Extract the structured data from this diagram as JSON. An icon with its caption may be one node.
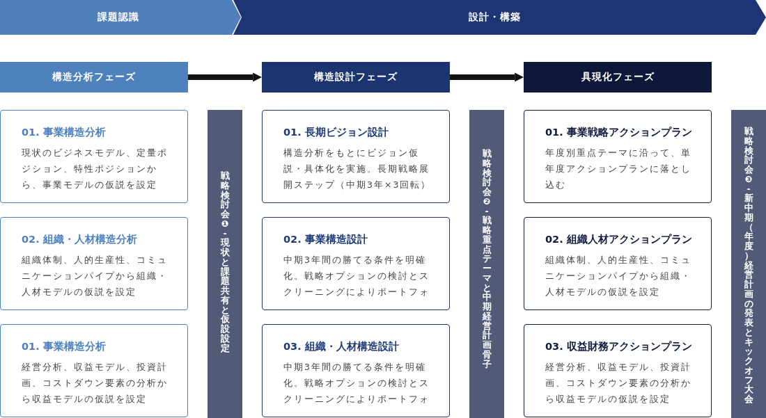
{
  "diagram": {
    "nodes": [
      {
        "text": [
          "課題認識"
        ]
      },
      {
        "text": [
          "設計・構築"
        ]
      },
      {
        "text": [
          "構造分析フェーズ"
        ]
      },
      {
        "text": [
          "構造設計フェーズ"
        ]
      },
      {
        "text": [
          "具現化フェーズ"
        ]
      },
      {
        "text": [
          "01. 事業構造分析",
          "現状のビジネスモデル、定量ポジション、特性ポジションから、事業モデルの仮説を設定"
        ]
      },
      {
        "text": [
          "02. 組織・人材構造分析",
          "組織体制、人的生産性、コミュニケーションパイプから組織・人材モデルの仮説を設定"
        ]
      },
      {
        "text": [
          "01. 事業構造分析",
          "経営分析、収益モデル、投資計画、コストダウン要素の分析から収益モデルの仮説を設定"
        ]
      },
      {
        "text": [
          "戦略検討会❶-現状と課題共有と仮設設定"
        ]
      },
      {
        "text": [
          "01. 長期ビジョン設計",
          "構造分析をもとにビジョン仮説・具体化を実施。長期戦略展開ステップ（中期3年×3回転）"
        ]
      },
      {
        "text": [
          "02. 事業構造設計",
          "中期3年間の勝てる条件を明確化。戦略オプションの検討とスクリーニングによりポートフォ"
        ]
      },
      {
        "text": [
          "03. 組織・人材構造設計",
          "中期3年間の勝てる条件を明確化。戦略オプションの検討とスクリーニングによりポートフォ"
        ]
      },
      {
        "text": [
          "戦略検討会❷-戦略重点テーマと中期経営計画骨子"
        ]
      },
      {
        "text": [
          "01. 事業戦略アクションプラン",
          "年度別重点テーマに沿って、単年度アクションプランに落とし込む"
        ]
      },
      {
        "text": [
          "02. 組織人材アクションプラン",
          "組織体制、人的生産性、コミュニケーションパイプから組織・人材モデルの仮説を設定"
        ]
      },
      {
        "text": [
          "03. 収益財務アクションプラン",
          "経営分析、収益モデル、投資計画、コストダウン要素の分析から収益モデルの仮説を設定"
        ]
      },
      {
        "text": [
          "戦略検討会❸-新中期（年度）経営計画の発表とキックオフ大会"
        ]
      }
    ],
    "edges": [
      {
        "from": 2,
        "to": 3,
        "arrow": "to"
      },
      {
        "from": 3,
        "to": 4,
        "arrow": "to"
      }
    ]
  }
}
